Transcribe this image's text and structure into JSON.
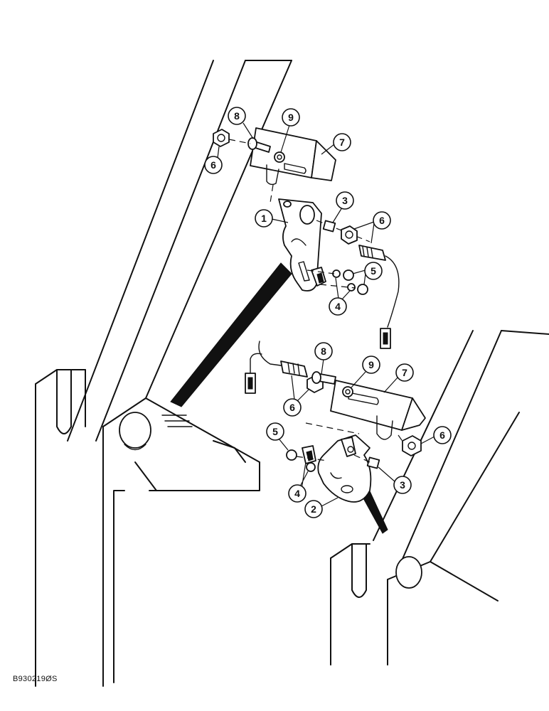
{
  "figure": {
    "reference_code": "B930219ØS"
  },
  "callouts": [
    {
      "id": "c1",
      "label": "1"
    },
    {
      "id": "c2",
      "label": "2"
    },
    {
      "id": "c3a",
      "label": "3"
    },
    {
      "id": "c3b",
      "label": "3"
    },
    {
      "id": "c4a",
      "label": "4"
    },
    {
      "id": "c4b",
      "label": "4"
    },
    {
      "id": "c5a",
      "label": "5"
    },
    {
      "id": "c5b",
      "label": "5"
    },
    {
      "id": "c6a",
      "label": "6"
    },
    {
      "id": "c6b",
      "label": "6"
    },
    {
      "id": "c6c",
      "label": "6"
    },
    {
      "id": "c6d",
      "label": "6"
    },
    {
      "id": "c7a",
      "label": "7"
    },
    {
      "id": "c7b",
      "label": "7"
    },
    {
      "id": "c8a",
      "label": "8"
    },
    {
      "id": "c8b",
      "label": "8"
    },
    {
      "id": "c9a",
      "label": "9"
    },
    {
      "id": "c9b",
      "label": "9"
    }
  ]
}
